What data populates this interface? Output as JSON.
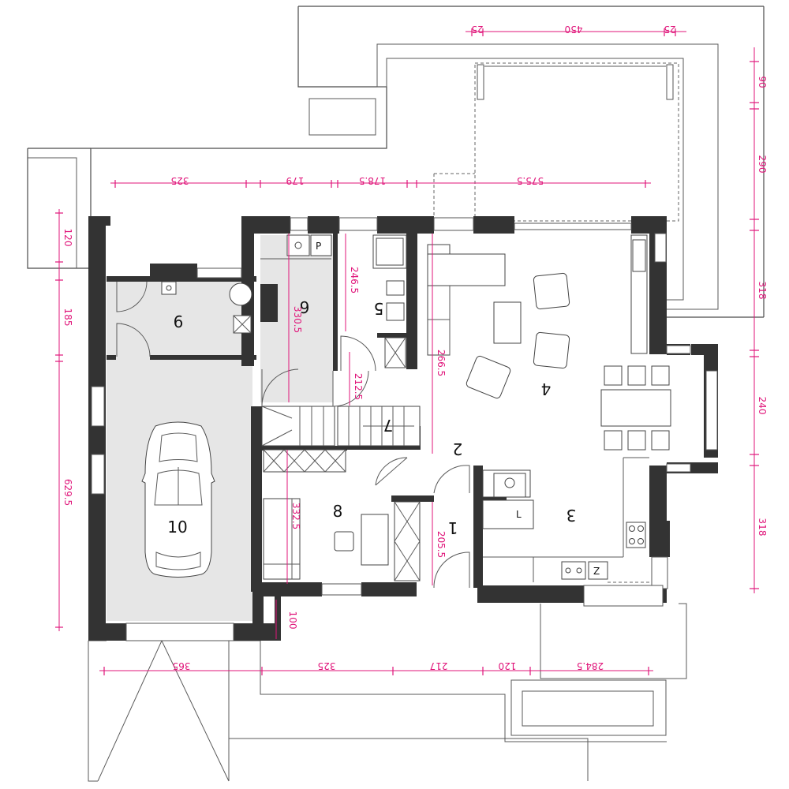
{
  "colors": {
    "dimension": "#e0157a",
    "wall": "#333333",
    "floor_service": "#e6e6e6",
    "outline": "#4a4a4a"
  },
  "rooms": [
    "1",
    "2",
    "3",
    "4",
    "5",
    "6",
    "7",
    "8",
    "9",
    "10"
  ],
  "dimensions_top": [
    "325",
    "179",
    "178.5",
    "575.5"
  ],
  "dimensions_terrace": [
    "25",
    "450",
    "25"
  ],
  "dimensions_bottom": [
    "365",
    "325",
    "217",
    "120",
    "284.5"
  ],
  "dimensions_left": [
    "120",
    "185",
    "629.5"
  ],
  "dimensions_right": [
    "90",
    "290",
    "318",
    "240",
    "318"
  ],
  "dimensions_interior": [
    "330.5",
    "246.5",
    "266.5",
    "212.5",
    "332.5",
    "205.5",
    "100"
  ],
  "fixture_labels": {
    "washer": "P",
    "stove": "Z",
    "fridge": "L"
  }
}
